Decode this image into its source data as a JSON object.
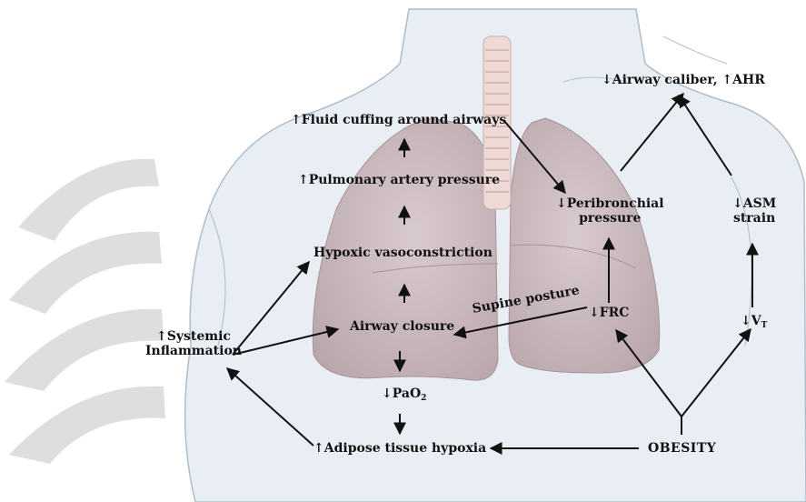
{
  "labels": {
    "airway_caliber": "↓Airway caliber, ↑AHR",
    "fluid_cuffing": "↑Fluid cuffing around airways",
    "pulm_artery": "↑Pulmonary artery pressure",
    "peribronchial_1": "↓Peribronchial",
    "peribronchial_2": "pressure",
    "asm_1": "↓ASM",
    "asm_2": "strain",
    "hypoxic": "Hypoxic vasoconstriction",
    "systemic_1": "↑Systemic",
    "systemic_2": "Inflammation",
    "airway_closure": "Airway closure",
    "supine": "Supine posture",
    "frc": "↓FRC",
    "vt_main": "↓V",
    "vt_sub": "T",
    "pao2_main": "↓PaO",
    "pao2_sub": "2",
    "adipose": "↑Adipose tissue hypoxia",
    "obesity": "OBESITY"
  },
  "colors": {
    "body": "#e7edf3",
    "lung": "#cdbcc0",
    "trachea": "#efd9d6",
    "arrow": "#111111",
    "watermark": "#dcdcdc"
  }
}
